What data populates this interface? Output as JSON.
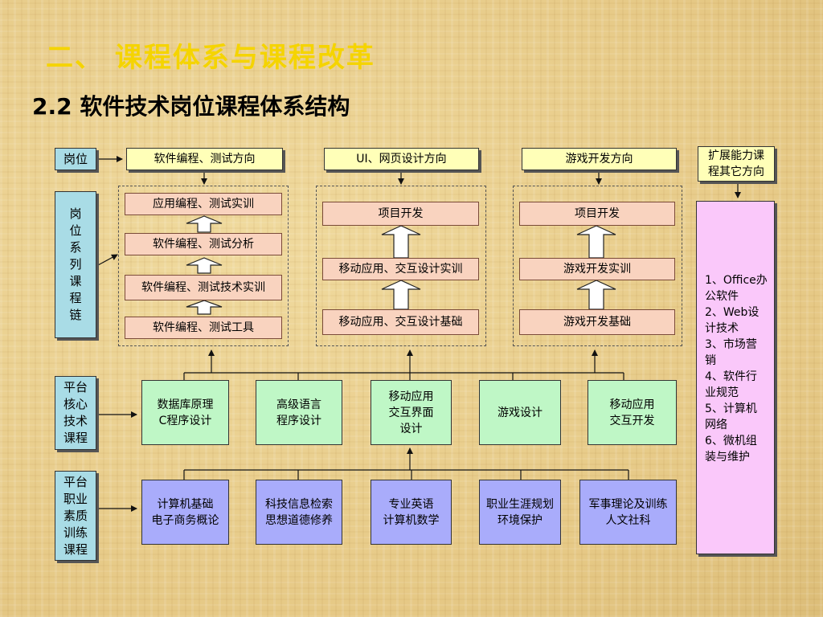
{
  "title": "二、 课程体系与课程改革",
  "subtitle": "2.2 软件技术岗位课程体系结构",
  "row_labels": {
    "position": "岗位",
    "position_chain": [
      "岗",
      "位",
      "系",
      "列",
      "课",
      "程",
      "链"
    ],
    "platform_core": [
      "平台",
      "核心",
      "技术",
      "课程"
    ],
    "platform_quality": [
      "平台",
      "职业",
      "素质",
      "训练",
      "课程"
    ]
  },
  "directions": {
    "software": "软件编程、测试方向",
    "ui": "UI、网页设计方向",
    "game": "游戏开发方向",
    "extension": [
      "扩展能力课",
      "程其它方向"
    ]
  },
  "software_chain": [
    "应用编程、测试实训",
    "软件编程、测试分析",
    "软件编程、测试技术实训",
    "软件编程、测试工具"
  ],
  "ui_chain": [
    "项目开发",
    "移动应用、交互设计实训",
    "移动应用、交互设计基础"
  ],
  "game_chain": [
    "项目开发",
    "游戏开发实训",
    "游戏开发基础"
  ],
  "elective_items": [
    "1、Office办",
    "公软件",
    "2、Web设",
    "计技术",
    "3、市场营",
    "销",
    "4、软件行",
    "业规范",
    "5、计算机",
    "网络",
    "6、微机组",
    "装与维护"
  ],
  "core_courses": [
    [
      "数据库原理",
      "C程序设计"
    ],
    [
      "高级语言",
      "程序设计"
    ],
    [
      "移动应用",
      "交互界面",
      "设计"
    ],
    [
      "游戏设计"
    ],
    [
      "移动应用",
      "交互开发"
    ]
  ],
  "quality_courses": [
    [
      "计算机基础",
      "电子商务概论"
    ],
    [
      "科技信息检索",
      "思想道德修养"
    ],
    [
      "专业英语",
      "计算机数学"
    ],
    [
      "职业生涯规划",
      "环境保护"
    ],
    [
      "军事理论及训练",
      "人文社科"
    ]
  ],
  "colors": {
    "title": "#f5d400",
    "label_blue": "#a9dce6",
    "direction_yellow": "#ffffb8",
    "chain_pink": "#f9d3bf",
    "core_green": "#bff7c6",
    "quality_purple": "#a9acfb",
    "elective_magenta": "#fac8fa"
  }
}
